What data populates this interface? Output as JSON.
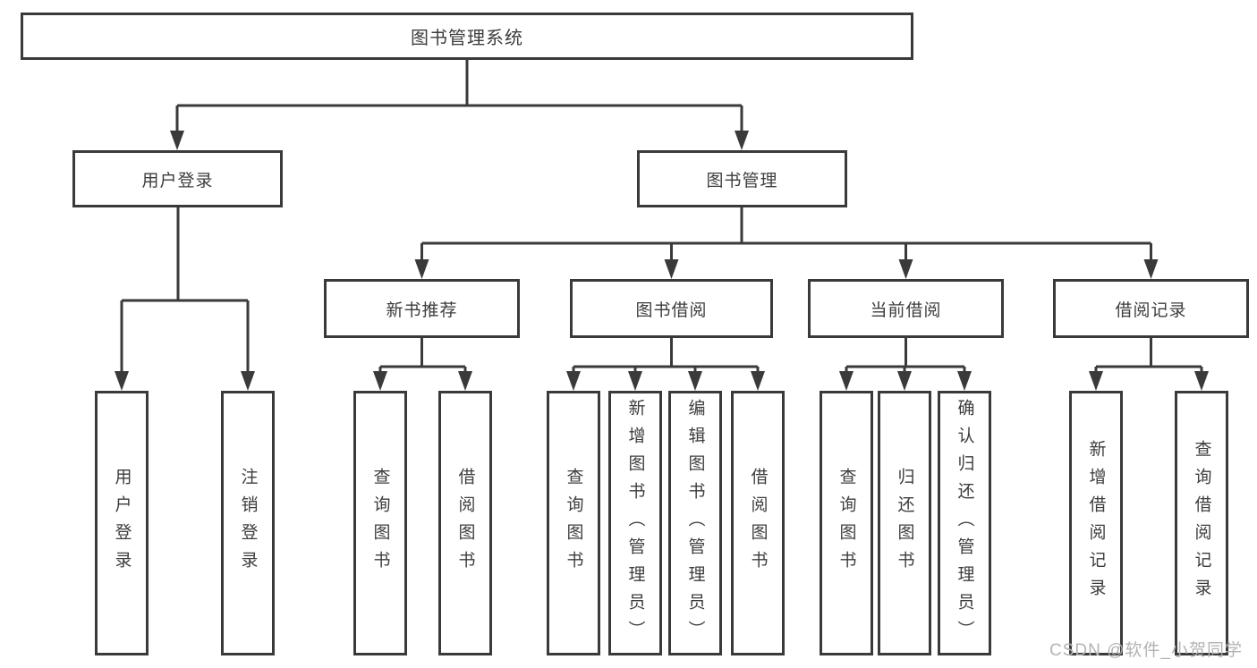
{
  "style": {
    "line_color": "#3a3a3a",
    "text_color": "#3d3d3d",
    "box_background": "#ffffff",
    "page_background": "#ffffff",
    "watermark_color": "#b3b3b3"
  },
  "diagram": {
    "nodes": [
      {
        "id": "library-management-system",
        "label": "图书管理系统"
      },
      {
        "id": "user-login-branch",
        "label": "用户登录"
      },
      {
        "id": "book-management-branch",
        "label": "图书管理"
      },
      {
        "id": "user-login-leaf",
        "label": "用户登录"
      },
      {
        "id": "logout-leaf",
        "label": "注销登录"
      },
      {
        "id": "new-book-recommendation",
        "label": "新书推荐"
      },
      {
        "id": "book-borrowing",
        "label": "图书借阅"
      },
      {
        "id": "current-borrowing",
        "label": "当前借阅"
      },
      {
        "id": "borrowing-records",
        "label": "借阅记录"
      },
      {
        "id": "query-books-recommend",
        "label": "查询图书"
      },
      {
        "id": "borrow-books-recommend",
        "label": "借阅图书"
      },
      {
        "id": "query-books-borrowing",
        "label": "查询图书"
      },
      {
        "id": "add-books-admin",
        "label": "新增图书（管理员）"
      },
      {
        "id": "edit-books-admin",
        "label": "编辑图书（管理员）"
      },
      {
        "id": "borrow-books-borrowing",
        "label": "借阅图书"
      },
      {
        "id": "query-books-current",
        "label": "查询图书"
      },
      {
        "id": "return-books",
        "label": "归还图书"
      },
      {
        "id": "confirm-return-admin",
        "label": "确认归还（管理员）"
      },
      {
        "id": "add-borrow-record",
        "label": "新增借阅记录"
      },
      {
        "id": "query-borrow-record",
        "label": "查询借阅记录"
      }
    ]
  },
  "watermark": {
    "text": "CSDN @软件_小贺同学"
  }
}
